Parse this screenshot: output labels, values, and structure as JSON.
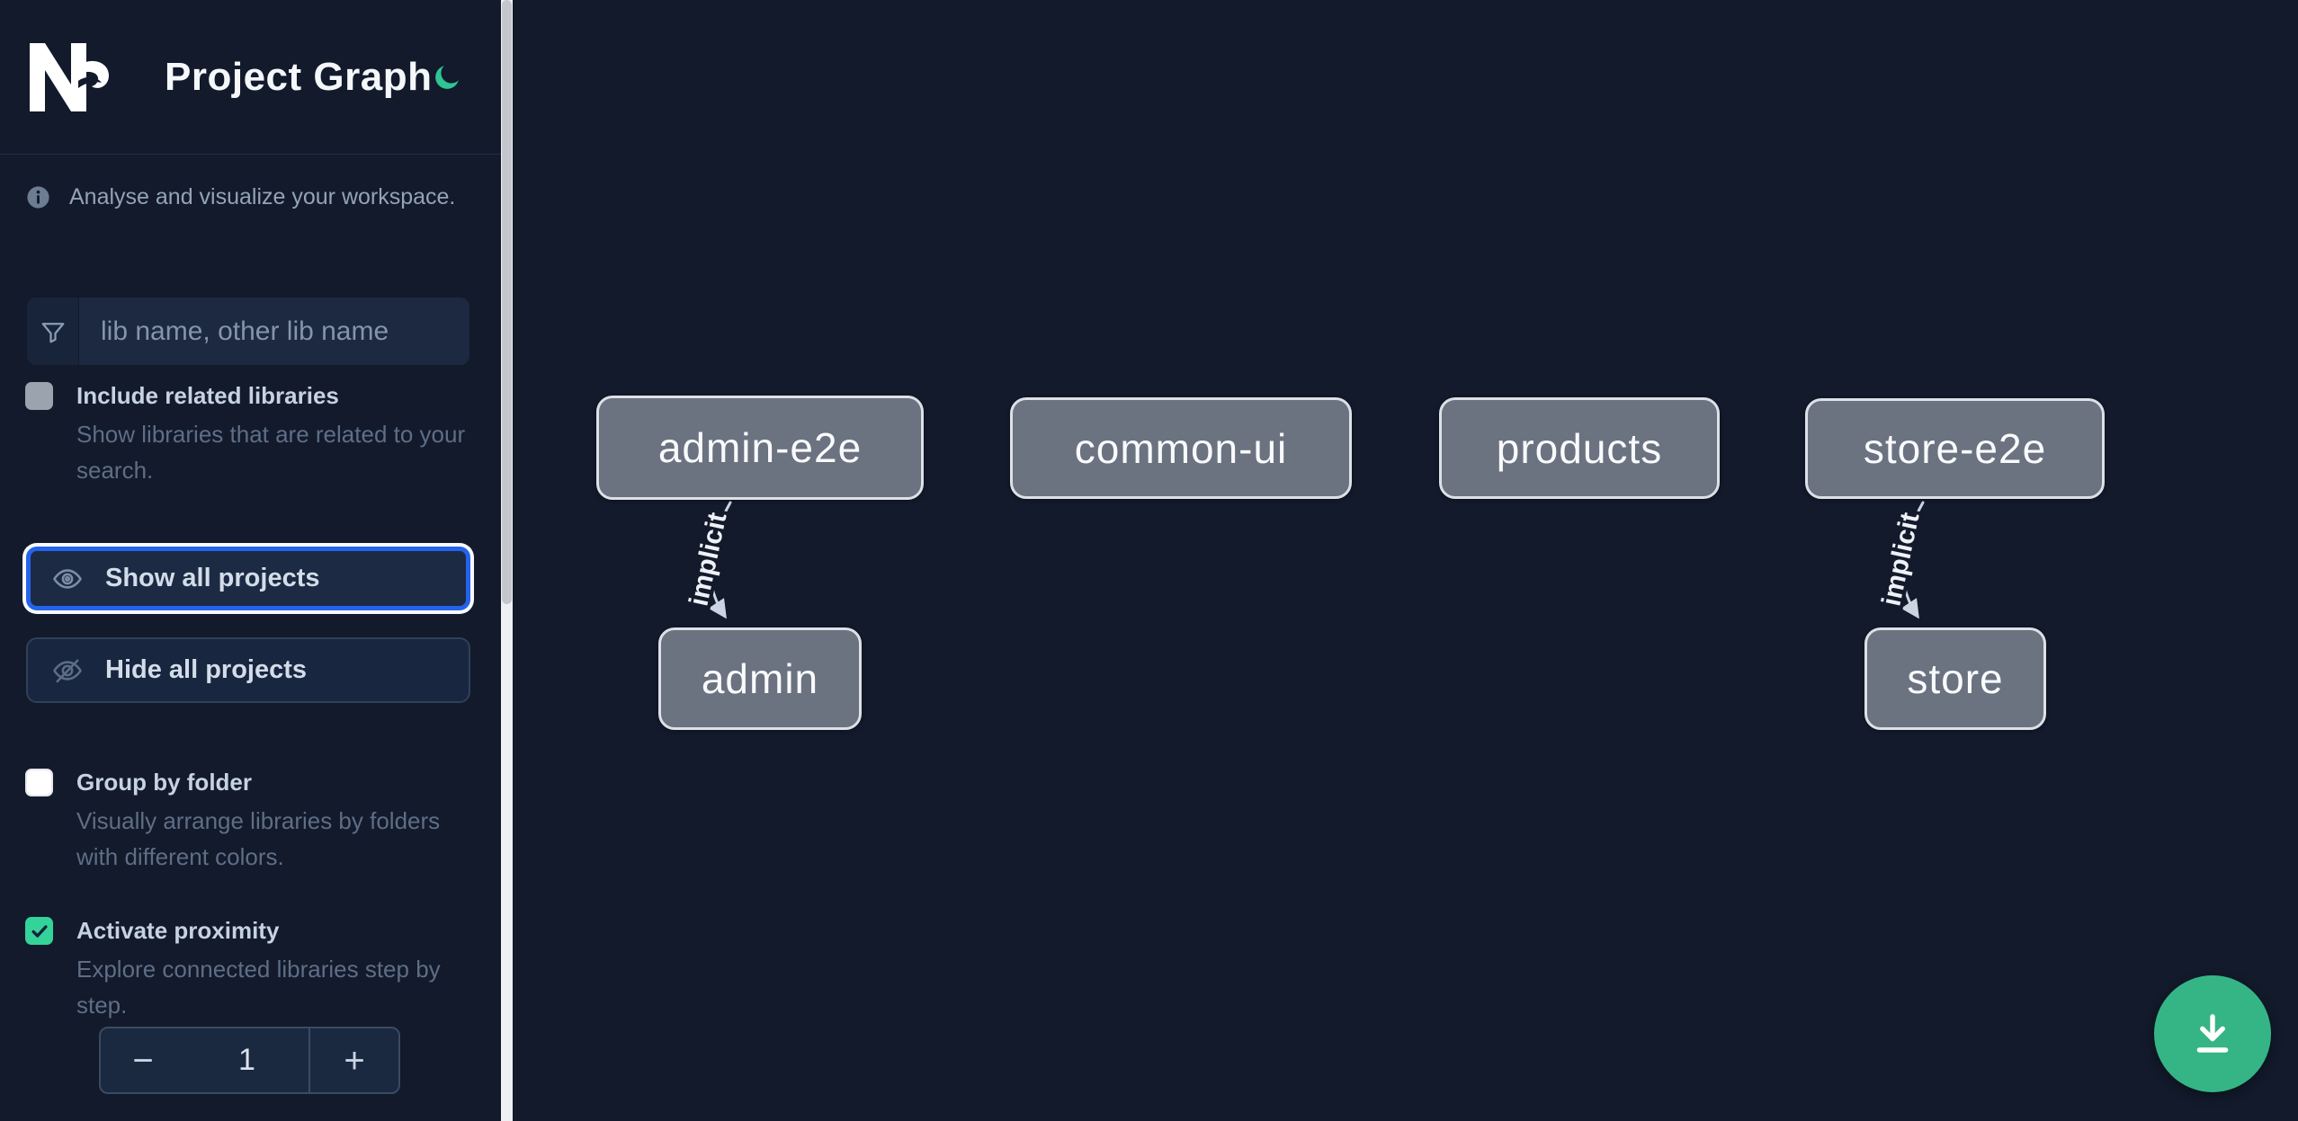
{
  "header": {
    "title": "Project Graph"
  },
  "sidebar": {
    "tagline": "Analyse and visualize your workspace.",
    "search": {
      "placeholder": "lib name, other lib name"
    },
    "toggles": [
      {
        "label": "Include related libraries",
        "description": "Show libraries that are related to your search.",
        "checked": false
      },
      {
        "label": "Group by folder",
        "description": "Visually arrange libraries by folders with different colors.",
        "checked": false
      },
      {
        "label": "Activate proximity",
        "description": "Explore connected libraries step by step.",
        "checked": true
      }
    ],
    "actions": [
      {
        "label": "Show all projects",
        "focused": true
      },
      {
        "label": "Hide all projects",
        "focused": false
      }
    ],
    "stepper": {
      "decrement": "−",
      "value": "1",
      "increment": "+"
    }
  },
  "graph": {
    "nodes": [
      {
        "label": "admin-e2e"
      },
      {
        "label": "common-ui"
      },
      {
        "label": "products"
      },
      {
        "label": "store-e2e"
      },
      {
        "label": "admin"
      },
      {
        "label": "store"
      }
    ],
    "edges": [
      {
        "source": "admin-e2e",
        "target": "admin",
        "label": "implicit"
      },
      {
        "source": "store-e2e",
        "target": "store",
        "label": "implicit"
      }
    ]
  },
  "colors": {
    "background": "#121a2b",
    "accent_blue": "#2563eb",
    "check_green": "#34d399",
    "moon_green": "#2fc494",
    "download_green": "#35b585",
    "node_fill": "#6b7280",
    "edge": "#cbd5e1"
  }
}
